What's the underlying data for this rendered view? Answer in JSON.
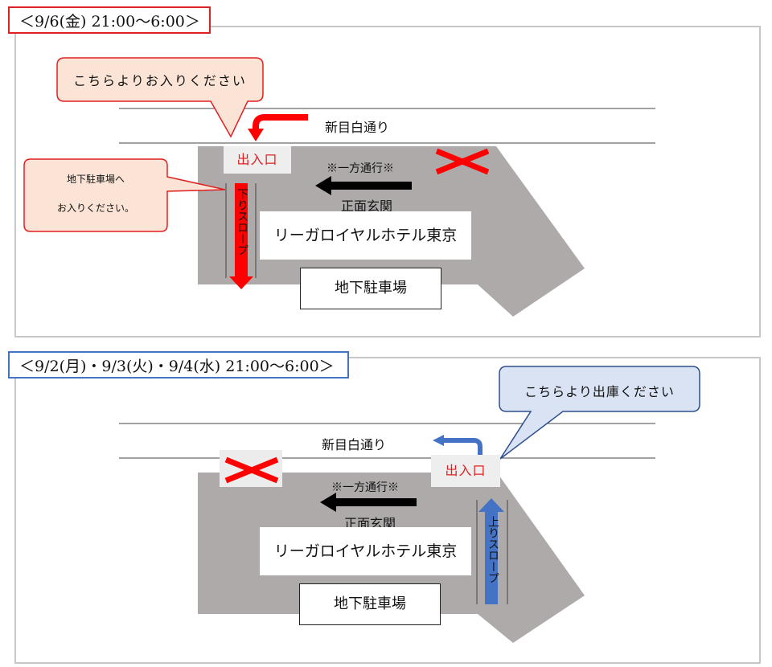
{
  "panels": [
    {
      "title": "＜9/6(金) 21:00〜6:00＞",
      "road": "新目白通り",
      "gate": "出入口",
      "oneway": "※一方通行※",
      "entrance": "正面玄関",
      "hotel": "リーガロイヤルホテル東京",
      "parking": "地下駐車場",
      "slope": "下りスロープ",
      "callout_main": "こちらよりお入りください",
      "callout_sub": [
        "地下駐車場へ",
        "お入りください。"
      ],
      "colors": {
        "frame": "#e02020",
        "callout_fill": "#fbe4d6",
        "slope": "#ff0000",
        "callout_border": "#e02020"
      }
    },
    {
      "title": "＜9/2(月)・9/3(火)・9/4(水) 21:00〜6:00＞",
      "road": "新目白通り",
      "gate": "出入口",
      "oneway": "※一方通行※",
      "entrance": "正面玄関",
      "hotel": "リーガロイヤルホテル東京",
      "parking": "地下駐車場",
      "slope": "上りスロープ",
      "callout_main": "こちらより出庫ください",
      "colors": {
        "frame": "#4472c4",
        "callout_fill": "#dae3f3",
        "slope": "#4472c4",
        "callout_border": "#2f4f8f"
      }
    }
  ]
}
